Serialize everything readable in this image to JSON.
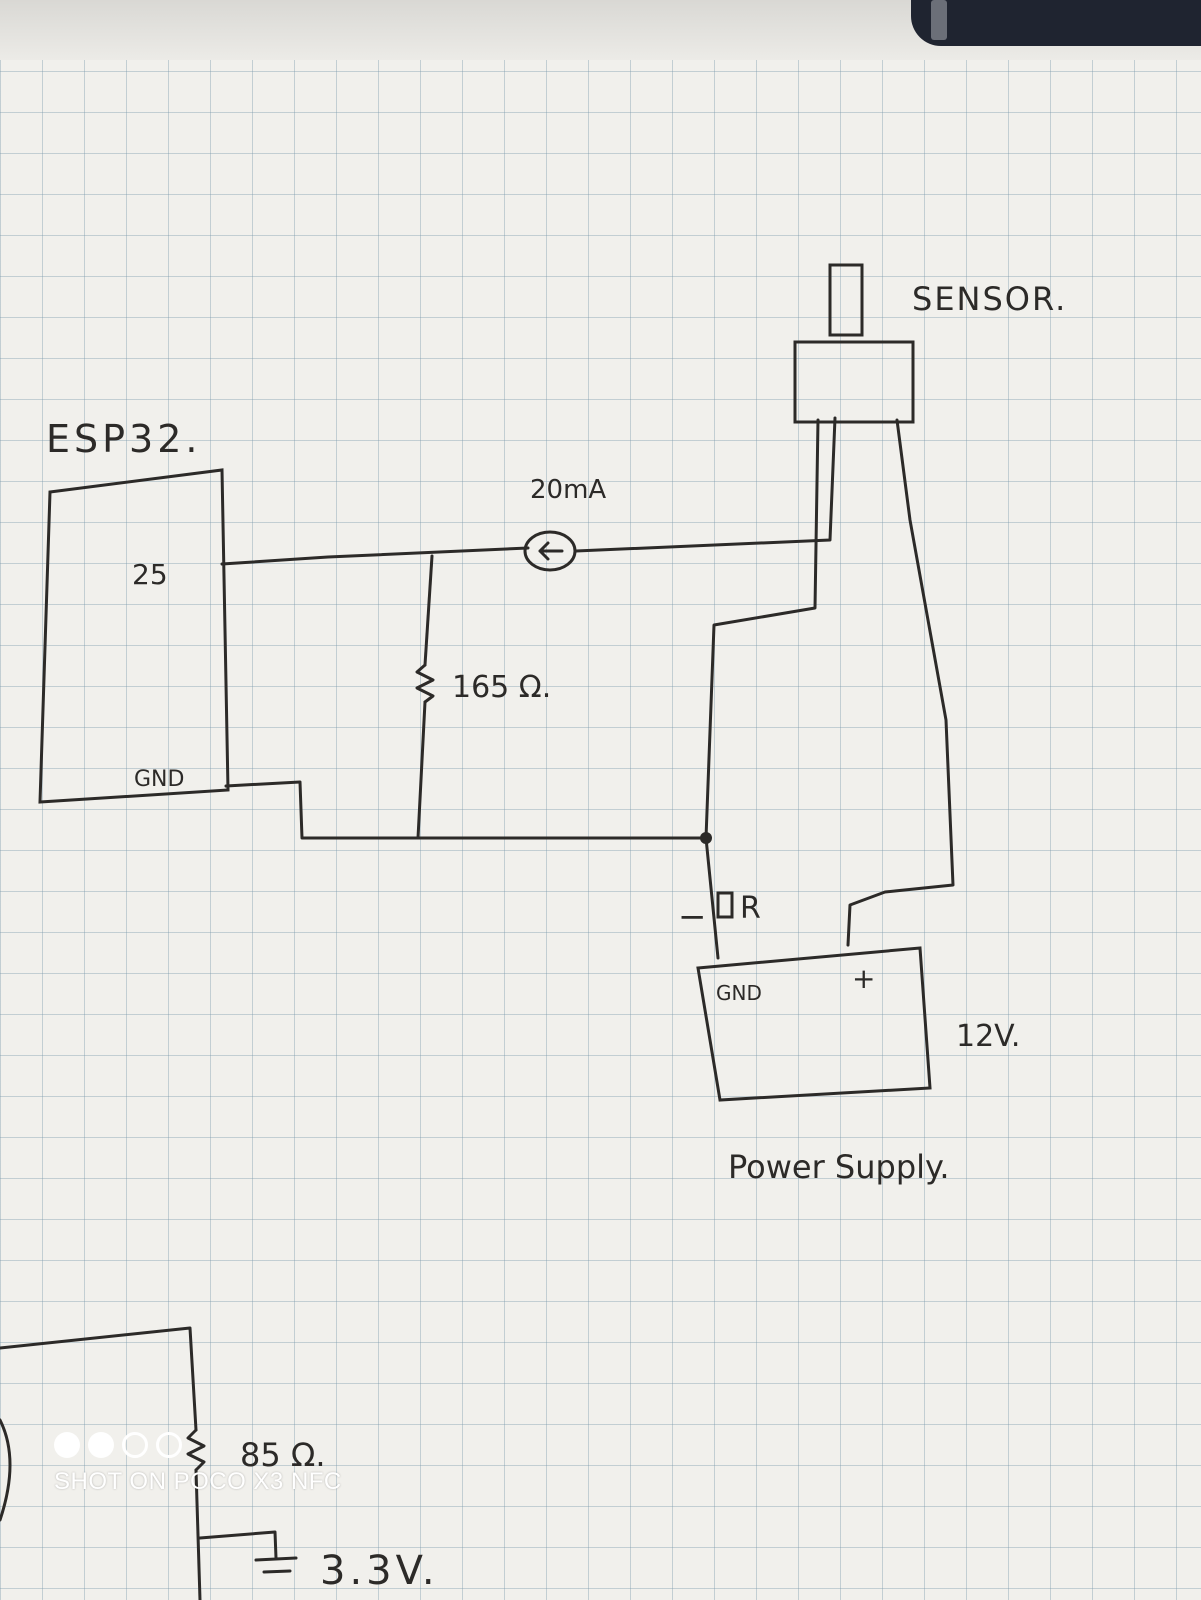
{
  "labels": {
    "esp32": "ESP32.",
    "pin_25": "25",
    "pin_gnd": "GND",
    "current_source": "20mA",
    "resistor_main": "165 Ω.",
    "sensor": "SENSOR.",
    "minus_sign": "−",
    "resistor_r": "R",
    "supply_gnd": "GND",
    "supply_plus": "+",
    "voltage": "12V.",
    "power_supply": "Power Supply.",
    "resistor_lower": "85 Ω.",
    "voltage_lower": "3.3V."
  },
  "watermark": {
    "text": "SHOT ON POCO X3 NFC"
  },
  "colors": {
    "ink": "#2c2a28",
    "paper": "#f1f0ec",
    "grid": "#7896aa",
    "watermark": "#ffffff"
  }
}
